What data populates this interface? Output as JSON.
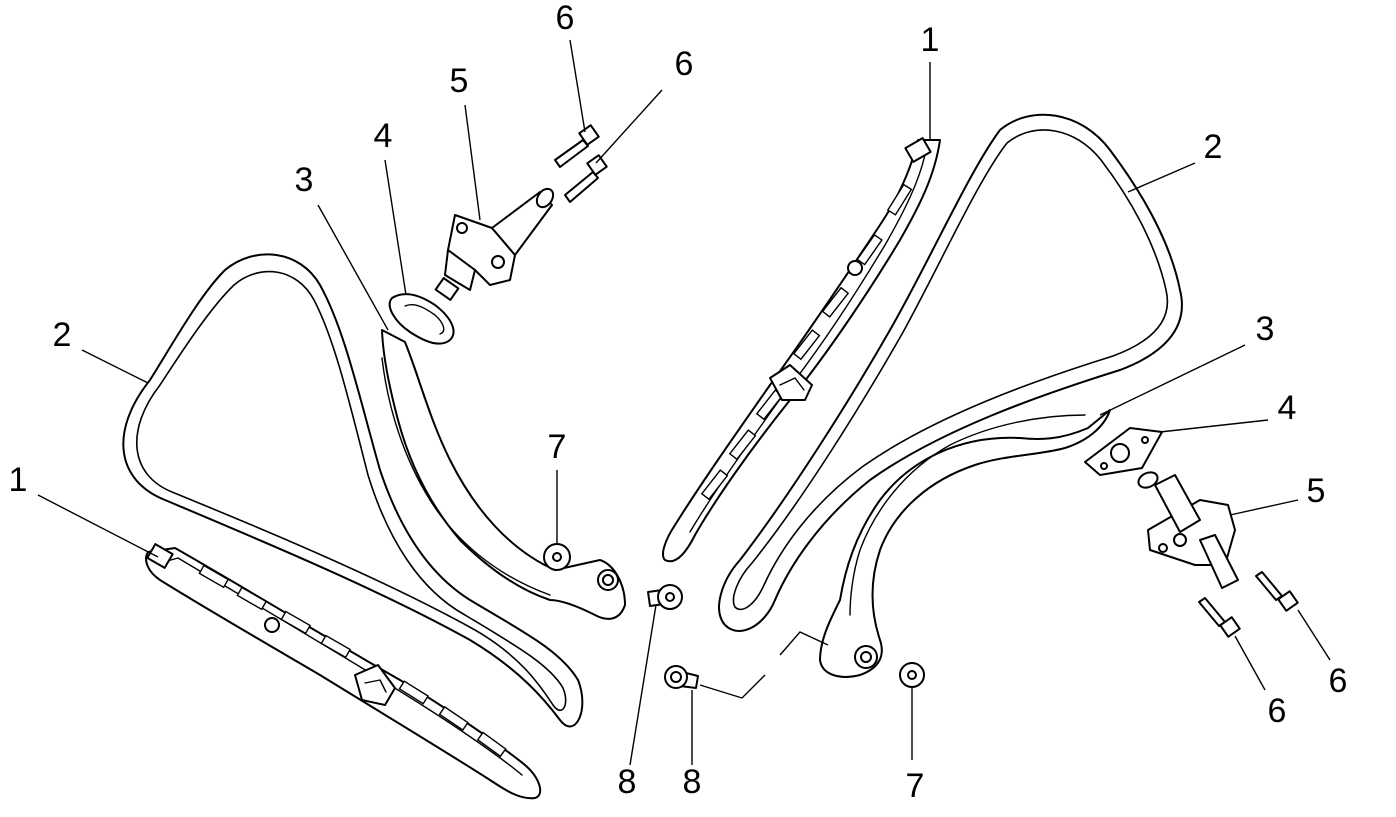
{
  "diagram": {
    "callouts": [
      {
        "id": "left-1",
        "text": "1"
      },
      {
        "id": "left-2",
        "text": "2"
      },
      {
        "id": "left-3",
        "text": "3"
      },
      {
        "id": "left-4",
        "text": "4"
      },
      {
        "id": "left-5",
        "text": "5"
      },
      {
        "id": "left-6a",
        "text": "6"
      },
      {
        "id": "left-6b",
        "text": "6"
      },
      {
        "id": "left-7",
        "text": "7"
      },
      {
        "id": "left-8",
        "text": "8"
      },
      {
        "id": "right-1",
        "text": "1"
      },
      {
        "id": "right-2",
        "text": "2"
      },
      {
        "id": "right-3",
        "text": "3"
      },
      {
        "id": "right-4",
        "text": "4"
      },
      {
        "id": "right-5",
        "text": "5"
      },
      {
        "id": "right-6a",
        "text": "6"
      },
      {
        "id": "right-6b",
        "text": "6"
      },
      {
        "id": "right-7",
        "text": "7"
      },
      {
        "id": "right-8",
        "text": "8"
      }
    ]
  },
  "colors": {
    "line": "#000000",
    "background": "#ffffff"
  }
}
